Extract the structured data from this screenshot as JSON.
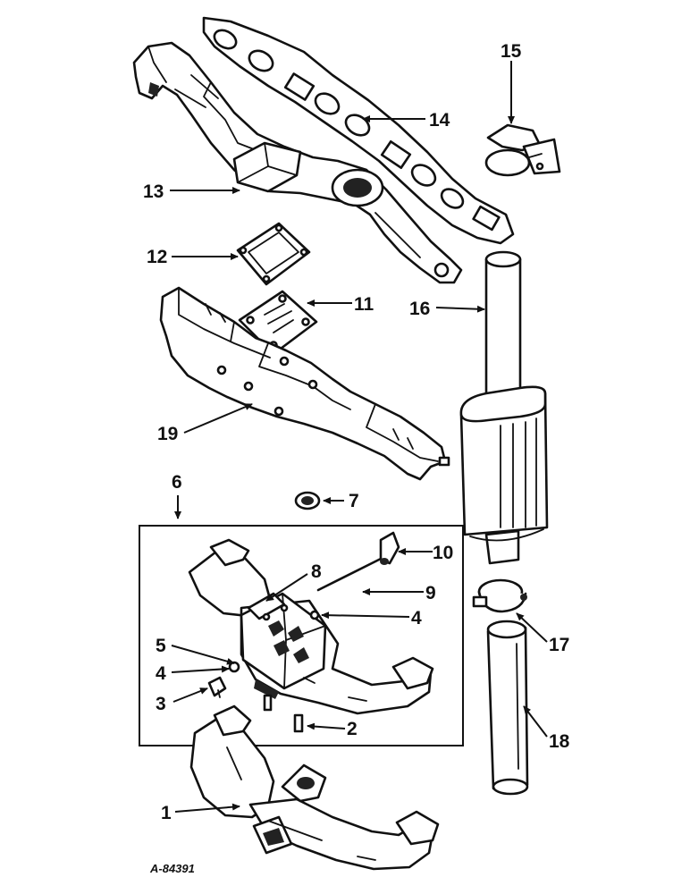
{
  "callouts": [
    "1",
    "2",
    "3",
    "4",
    "4",
    "5",
    "6",
    "7",
    "8",
    "9",
    "10",
    "11",
    "12",
    "13",
    "14",
    "15",
    "16",
    "17",
    "18",
    "19"
  ],
  "drawing_code": "A-84391",
  "colors": {
    "ink": "#111111",
    "paper": "#ffffff"
  }
}
